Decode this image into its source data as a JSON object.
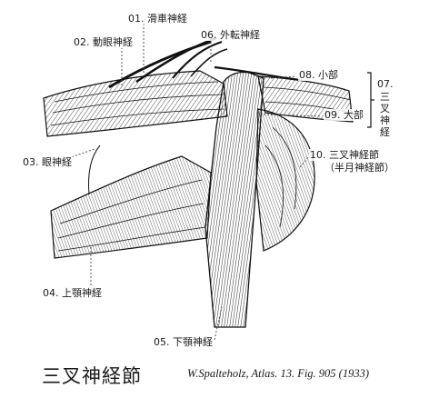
{
  "title": "三叉神経節",
  "citation": "W.Spalteholz, Atlas. 13. Fig. 905 (1933)",
  "labels": {
    "l01": "01. 滑車神経",
    "l02": "02. 動眼神経",
    "l03": "03. 眼神経",
    "l04": "04. 上顎神経",
    "l05": "05. 下顎神経",
    "l06": "06. 外転神経",
    "l07_num": "07.",
    "l07_name": "三叉神経",
    "l08": "08. 小部",
    "l09": "09. 大部",
    "l10_line1": "10. 三叉神経節",
    "l10_line2": "（半月神経節）"
  }
}
